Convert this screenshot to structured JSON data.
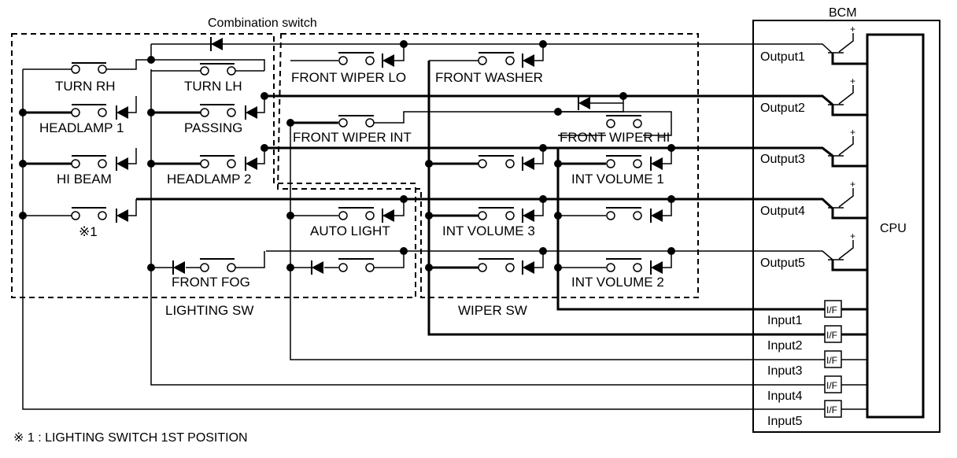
{
  "title": "Combination switch",
  "groups": {
    "lighting": "LIGHTING SW",
    "wiper": "WIPER SW"
  },
  "switches": {
    "turn_rh": "TURN RH",
    "turn_lh": "TURN LH",
    "headlamp1": "HEADLAMP 1",
    "passing": "PASSING",
    "hi_beam": "HI BEAM",
    "headlamp2": "HEADLAMP 2",
    "note1_mark": "※1",
    "front_fog": "FRONT FOG",
    "auto_light": "AUTO LIGHT",
    "front_wiper_lo": "FRONT WIPER LO",
    "front_washer": "FRONT WASHER",
    "front_wiper_int": "FRONT WIPER INT",
    "front_wiper_hi": "FRONT WIPER HI",
    "int_volume_1": "INT VOLUME 1",
    "int_volume_3": "INT VOLUME 3",
    "int_volume_2": "INT VOLUME 2"
  },
  "bcm": {
    "title": "BCM",
    "cpu": "CPU",
    "outputs": [
      "Output1",
      "Output2",
      "Output3",
      "Output4",
      "Output5"
    ],
    "inputs": [
      "Input1",
      "Input2",
      "Input3",
      "Input4",
      "Input5"
    ],
    "interface_label": "I/F",
    "supply_symbol": "+"
  },
  "footnote": "※ 1 : LIGHTING SWITCH 1ST POSITION"
}
